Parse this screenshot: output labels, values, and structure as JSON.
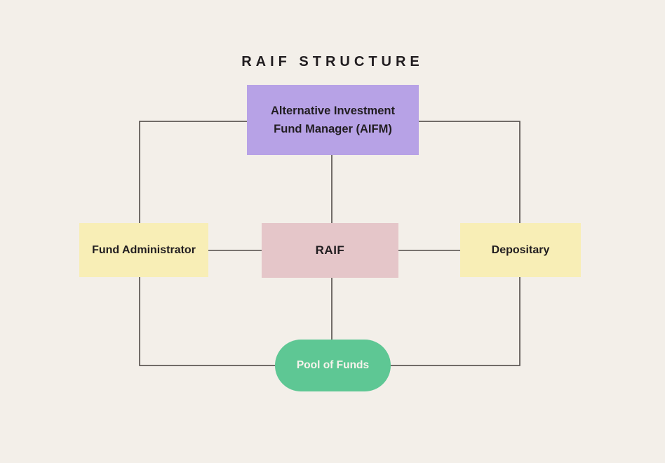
{
  "title": "RAIF STRUCTURE",
  "colors": {
    "background": "#f3efe9",
    "connector": "#514c49",
    "text_dark": "#211d20",
    "text_light": "#f7f3ec",
    "aifm_fill": "#b7a2e6",
    "admin_fill": "#f8eeb6",
    "raif_fill": "#e5c6c9",
    "depositary_fill": "#f8eeb6",
    "pool_fill": "#5ec794"
  },
  "nodes": {
    "aifm": {
      "line1": "Alternative Investment",
      "line2": "Fund Manager (AIFM)"
    },
    "fund_administrator": {
      "label": "Fund Administrator"
    },
    "raif": {
      "label": "RAIF"
    },
    "depositary": {
      "label": "Depositary"
    },
    "pool_of_funds": {
      "label": "Pool of Funds"
    }
  },
  "edges": [
    {
      "from": "aifm",
      "to": "fund_administrator"
    },
    {
      "from": "aifm",
      "to": "raif"
    },
    {
      "from": "aifm",
      "to": "depositary"
    },
    {
      "from": "fund_administrator",
      "to": "raif"
    },
    {
      "from": "raif",
      "to": "depositary"
    },
    {
      "from": "raif",
      "to": "pool_of_funds"
    },
    {
      "from": "fund_administrator",
      "to": "pool_of_funds"
    },
    {
      "from": "depositary",
      "to": "pool_of_funds"
    }
  ]
}
